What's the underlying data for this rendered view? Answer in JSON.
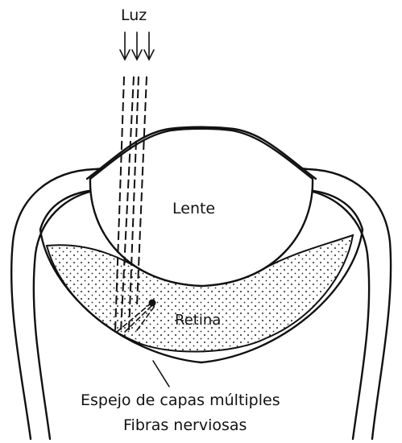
{
  "labels": {
    "light": "Luz",
    "lens": "Lente",
    "retina": "Retina",
    "mirror": "Espejo de capas múltiples",
    "nerve_fibers": "Fibras nerviosas"
  },
  "colors": {
    "ink": "#111111",
    "background": "#ffffff",
    "retina_dots": "#222222"
  }
}
